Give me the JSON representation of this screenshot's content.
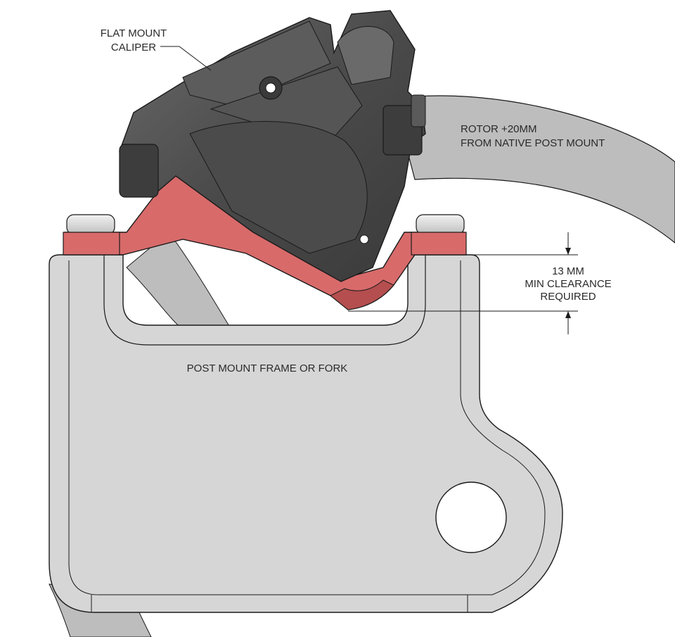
{
  "labels": {
    "caliper": [
      "FLAT MOUNT",
      "CALIPER"
    ],
    "rotor": [
      "ROTOR +20MM",
      "FROM NATIVE POST MOUNT"
    ],
    "clearance": [
      "13 MM",
      "MIN CLEARANCE",
      "REQUIRED"
    ],
    "frame": "POST MOUNT FRAME OR FORK"
  },
  "colors": {
    "frame": "#d6d6d6",
    "rotor": "#bdbdbd",
    "adapter": "#d86a6a",
    "caliper": "#4a4a4a",
    "outline": "#1a1a1a"
  }
}
